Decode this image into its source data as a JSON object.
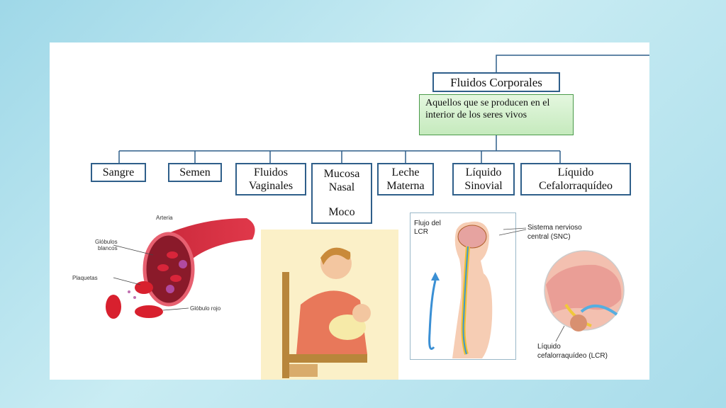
{
  "diagram": {
    "root": "Fluidos Corporales",
    "description": "Aquellos que se producen en el interior de los seres vivos",
    "items": [
      {
        "label": "Sangre"
      },
      {
        "label": "Semen"
      },
      {
        "label": "Fluidos Vaginales"
      },
      {
        "label": "Mucosa Nasal",
        "extra": "Moco"
      },
      {
        "label": "Leche Materna"
      },
      {
        "label": "Líquido Sinovial"
      },
      {
        "label": "Líquido Cefalorraquídeo"
      }
    ]
  },
  "illustrations": {
    "blood": {
      "arteria": "Arteria",
      "globulos_blancos_1": "Glóbulos",
      "globulos_blancos_2": "blancos",
      "plaquetas": "Plaquetas",
      "globulo_rojo": "Glóbulo rojo"
    },
    "spine": {
      "flujo_1": "Flujo del",
      "flujo_2": "LCR",
      "snc_1": "Sistema nervioso",
      "snc_2": "central (SNC)"
    },
    "brain": {
      "lcr_1": "Líquido",
      "lcr_2": "cefalorraquídeo (LCR)"
    }
  }
}
